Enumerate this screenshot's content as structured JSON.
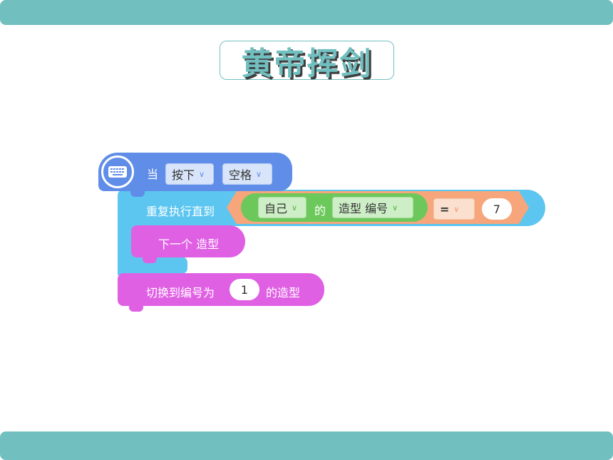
{
  "slide": {
    "title": "黄帝挥剑"
  },
  "colors": {
    "bar": "#72bfc0",
    "event_block": "#5f8de8",
    "control_block": "#5cc6f0",
    "operator_block": "#f7a67c",
    "sensing_block": "#6cc85a",
    "looks_block": "#e060e4"
  },
  "blocks": {
    "when_key": {
      "icon": "keyboard-icon",
      "prefix": "当",
      "event_dropdown": "按下",
      "key_dropdown": "空格"
    },
    "repeat_until": {
      "label": "重复执行直到",
      "condition": {
        "object_dropdown": "自己",
        "connector": "的",
        "property_dropdown": "造型 编号",
        "operator_dropdown": "=",
        "value": "7"
      }
    },
    "next_costume": {
      "label": "下一个 造型"
    },
    "switch_costume": {
      "label_before": "切换到编号为",
      "value": "1",
      "label_after": "的造型"
    }
  }
}
